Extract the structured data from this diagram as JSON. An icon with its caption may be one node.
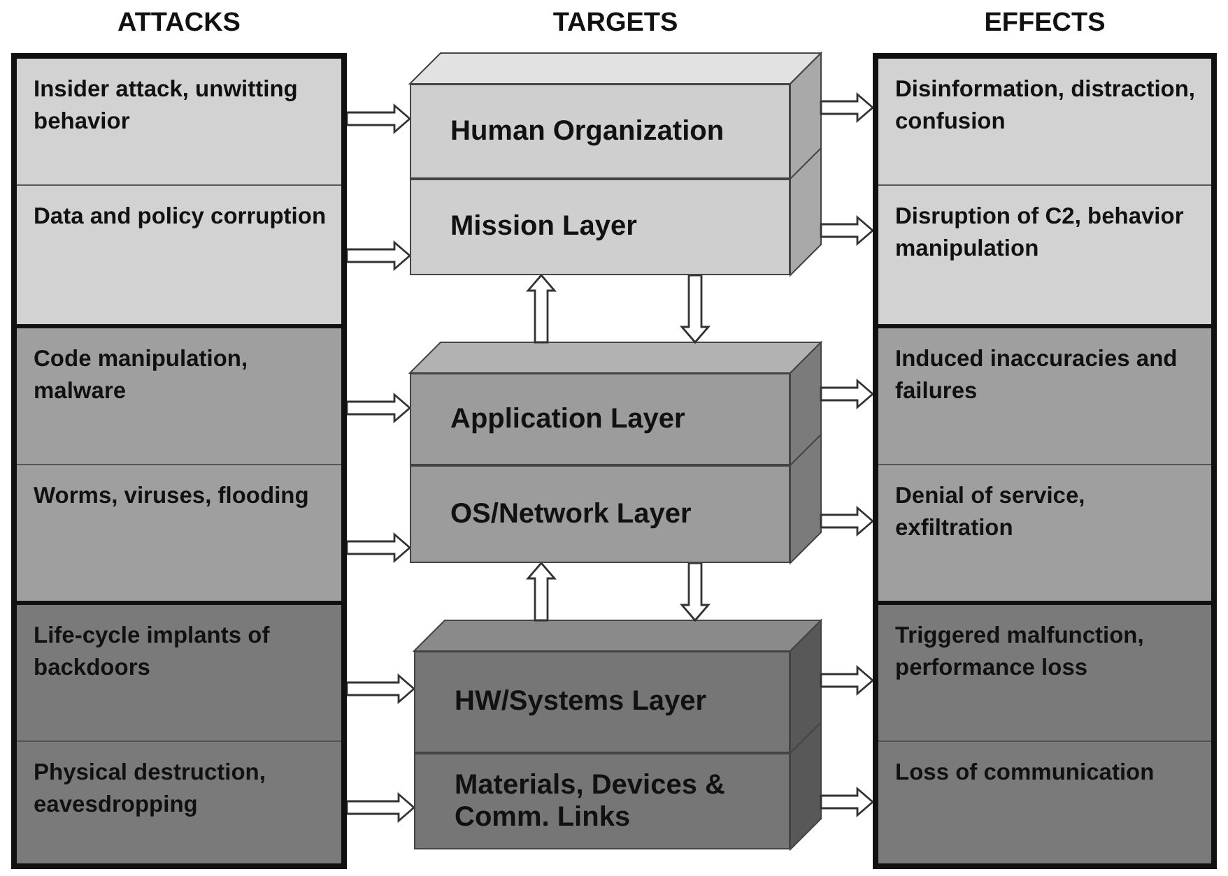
{
  "diagram": {
    "nodes": [
      {
        "text": [
          "ATTACKS"
        ]
      },
      {
        "text": [
          "Insider attack, unwitting behavior"
        ],
        "in": 0
      },
      {
        "text": [
          "Data and policy corruption"
        ],
        "in": 0
      },
      {
        "text": [
          "Code manipulation, malware"
        ],
        "in": 0
      },
      {
        "text": [
          "Worms, viruses, flooding"
        ],
        "in": 0
      },
      {
        "text": [
          "Life-cycle implants of backdoors"
        ],
        "in": 0
      },
      {
        "text": [
          "Physical destruction, eavesdropping"
        ],
        "in": 0
      },
      {
        "text": [
          "Human Organization"
        ]
      },
      {
        "text": [
          "Mission Layer"
        ]
      },
      {
        "text": [
          "Application Layer"
        ]
      },
      {
        "text": [
          "OS/Network Layer"
        ]
      },
      {
        "text": [
          "HW/Systems Layer"
        ]
      },
      {
        "text": [
          "Materials, Devices & Comm. Links"
        ]
      },
      {
        "text": [
          "EFFECTS"
        ]
      },
      {
        "text": [
          "Disinformation, distraction, confusion"
        ],
        "in": 13
      },
      {
        "text": [
          "Disruption of C2, behavior manipulation"
        ],
        "in": 13
      },
      {
        "text": [
          "Induced inaccuracies and failures"
        ],
        "in": 13
      },
      {
        "text": [
          "Denial of service, exfiltration"
        ],
        "in": 13
      },
      {
        "text": [
          "Triggered malfunction, performance loss"
        ],
        "in": 13
      },
      {
        "text": [
          "Loss of communication"
        ],
        "in": 13
      }
    ],
    "edges": [
      {
        "from": 1,
        "to": 7,
        "arrow": "to"
      },
      {
        "from": 2,
        "to": 8,
        "arrow": "to"
      },
      {
        "from": 3,
        "to": 9,
        "arrow": "to"
      },
      {
        "from": 4,
        "to": 10,
        "arrow": "to"
      },
      {
        "from": 5,
        "to": 11,
        "arrow": "to"
      },
      {
        "from": 6,
        "to": 12,
        "arrow": "to"
      },
      {
        "from": 7,
        "to": 14,
        "arrow": "to"
      },
      {
        "from": 8,
        "to": 15,
        "arrow": "to"
      },
      {
        "from": 9,
        "to": 16,
        "arrow": "to"
      },
      {
        "from": 10,
        "to": 17,
        "arrow": "to"
      },
      {
        "from": 11,
        "to": 18,
        "arrow": "to"
      },
      {
        "from": 12,
        "to": 19,
        "arrow": "to"
      },
      {
        "from": 9,
        "to": 8,
        "arrow": "to"
      },
      {
        "from": 8,
        "to": 9,
        "arrow": "to"
      },
      {
        "from": 11,
        "to": 10,
        "arrow": "to"
      },
      {
        "from": 10,
        "to": 11,
        "arrow": "to"
      }
    ],
    "labels": [
      "TARGETS"
    ]
  }
}
